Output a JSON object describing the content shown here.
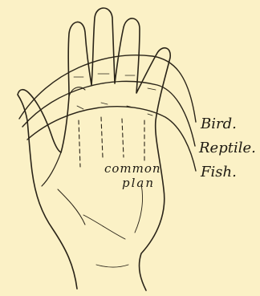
{
  "figure": {
    "curve_labels": {
      "bird": "Bird.",
      "reptile": "Reptile.",
      "fish": "Fish."
    },
    "palm_label": {
      "line1": "common",
      "line2": "plan"
    },
    "colors": {
      "background": "#fbf1c6",
      "ink": "#2a2418"
    }
  }
}
